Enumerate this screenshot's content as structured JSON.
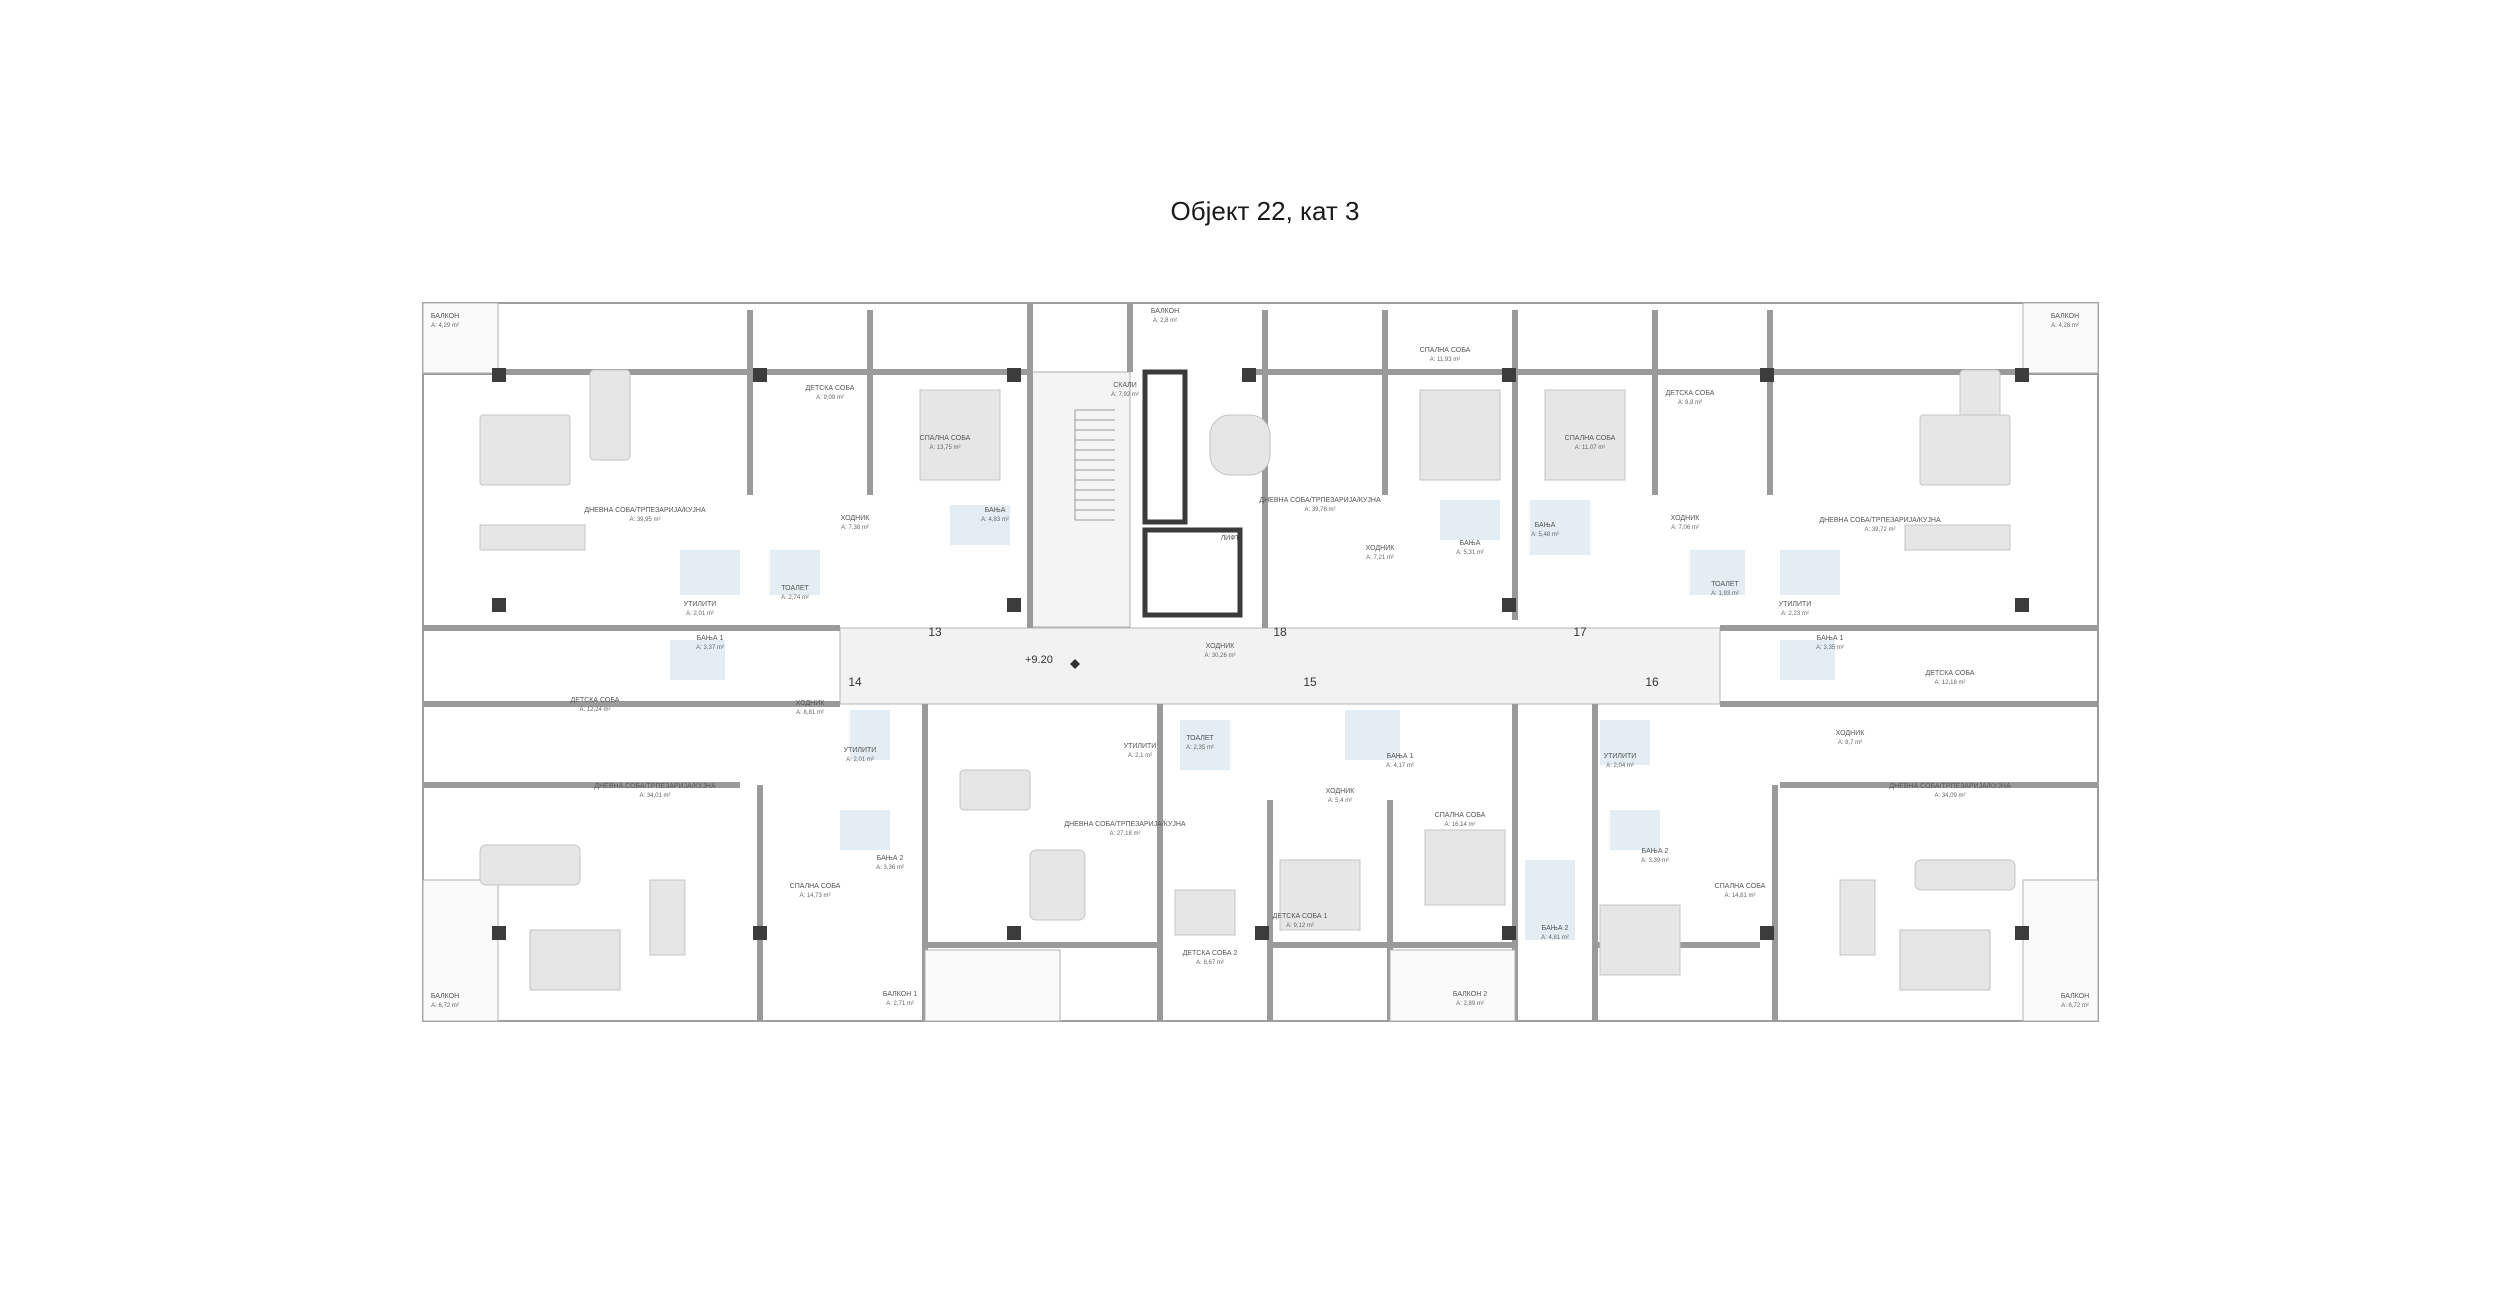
{
  "title": "Објект 22, кат 3",
  "level": "+9.20",
  "apt_numbers": [
    "13",
    "14",
    "15",
    "16",
    "17",
    "18"
  ],
  "rooms": [
    {
      "label": "БАЛКОН",
      "area": "A: 4,29 m²"
    },
    {
      "label": "ДЕТСКА СОБА",
      "area": "A:      9,09 m²"
    },
    {
      "label": "СПАЛНА СОБА",
      "area": "A:      13,75 m²"
    },
    {
      "label": "СКАЛИ",
      "area": "A: 7,92 m²"
    },
    {
      "label": "БАЛКОН",
      "area": "A: 2,8 m²"
    },
    {
      "label": "СПАЛНА СОБА",
      "area": "A:      11,93 m²"
    },
    {
      "label": "СПАЛНА СОБА",
      "area": "A:      11,07 m²"
    },
    {
      "label": "ДЕТСКА СОБА",
      "area": "A:      8,8 m²"
    },
    {
      "label": "БАЛКОН",
      "area": "A: 4,28 m²"
    },
    {
      "label": "ДНЕВНА СОБА/ТРПЕЗАРИЈА/КУЈНА",
      "area": "A:      39,95 m²"
    },
    {
      "label": "ДНЕВНА СОБА/ТРПЕЗАРИЈА/КУЈНА",
      "area": "A:      39,78 m²"
    },
    {
      "label": "ДНЕВНА СОБА/ТРПЕЗАРИЈА/КУЈНА",
      "area": "A:      39,72 m²"
    },
    {
      "label": "ХОДНИК",
      "area": "A: 7,38 m²"
    },
    {
      "label": "БАЊА",
      "area": "A: 4,83 m²"
    },
    {
      "label": "ХОДНИК",
      "area": "A: 7,21 m²"
    },
    {
      "label": "БАЊА",
      "area": "A: 5,31 m²"
    },
    {
      "label": "БАЊА",
      "area": "A: 5,48 m²"
    },
    {
      "label": "ХОДНИК",
      "area": "A: 7,06 m²"
    },
    {
      "label": "ЛИФТ",
      "area": ""
    },
    {
      "label": "ТОАЛЕТ",
      "area": "A: 2,74 m²"
    },
    {
      "label": "УТИЛИТИ",
      "area": "A: 2,01 m²"
    },
    {
      "label": "ТОАЛЕТ",
      "area": "A: 1,93 m²"
    },
    {
      "label": "УТИЛИТИ",
      "area": "A: 2,23 m²"
    },
    {
      "label": "ХОДНИК",
      "area": "A: 30,26 m²"
    },
    {
      "label": "БАЊА 1",
      "area": "A: 3,37 m²"
    },
    {
      "label": "БАЊА 1",
      "area": "A: 3,35 m²"
    },
    {
      "label": "ДЕТСКА СОБА",
      "area": "A:      12,24 m²"
    },
    {
      "label": "ДЕТСКА СОБА",
      "area": "A:      12,18 m²"
    },
    {
      "label": "ХОДНИК",
      "area": "A: 8,81 m²"
    },
    {
      "label": "ХОДНИК",
      "area": "A: 8,7 m²"
    },
    {
      "label": "УТИЛИТИ",
      "area": "A: 2,01 m²"
    },
    {
      "label": "УТИЛИТИ",
      "area": "A: 2,1 m²"
    },
    {
      "label": "ТОАЛЕТ",
      "area": "A: 2,35 m²"
    },
    {
      "label": "БАЊА 1",
      "area": "A: 4,17 m²"
    },
    {
      "label": "УТИЛИТИ",
      "area": "A: 2,04 m²"
    },
    {
      "label": "ХОДНИК",
      "area": "A: 5,4 m²"
    },
    {
      "label": "ДНЕВНА СОБА/ТРПЕЗАРИЈА/КУЈНА",
      "area": "A:      34,01 m²"
    },
    {
      "label": "ДНЕВНА СОБА/ТРПЕЗАРИЈА/КУЈНА",
      "area": "A:      27,18 m²"
    },
    {
      "label": "ДНЕВНА СОБА/ТРПЕЗАРИЈА/КУЈНА",
      "area": "A:      34,09 m²"
    },
    {
      "label": "БАЊА 2",
      "area": "A: 3,36 m²"
    },
    {
      "label": "СПАЛНА СОБА",
      "area": "A:      16,14 m²"
    },
    {
      "label": "БАЊА 2",
      "area": "A: 3,39 m²"
    },
    {
      "label": "СПАЛНА СОБА",
      "area": "A:      14,73 m²"
    },
    {
      "label": "СПАЛНА СОБА",
      "area": "A:      14,81 m²"
    },
    {
      "label": "ДЕТСКА СОБА 1",
      "area": "A:      9,12 m²"
    },
    {
      "label": "БАЊА 2",
      "area": "A: 4,81 m²"
    },
    {
      "label": "ДЕТСКА СОБА 2",
      "area": "A:      8,67 m²"
    },
    {
      "label": "БАЛКОН",
      "area": "A: 6,72 m²"
    },
    {
      "label": "БАЛКОН 1",
      "area": "A: 2,71 m²"
    },
    {
      "label": "БАЛКОН 2",
      "area": "A: 2,89 m²"
    },
    {
      "label": "БАЛКОН",
      "area": "A: 6,72 m²"
    }
  ]
}
